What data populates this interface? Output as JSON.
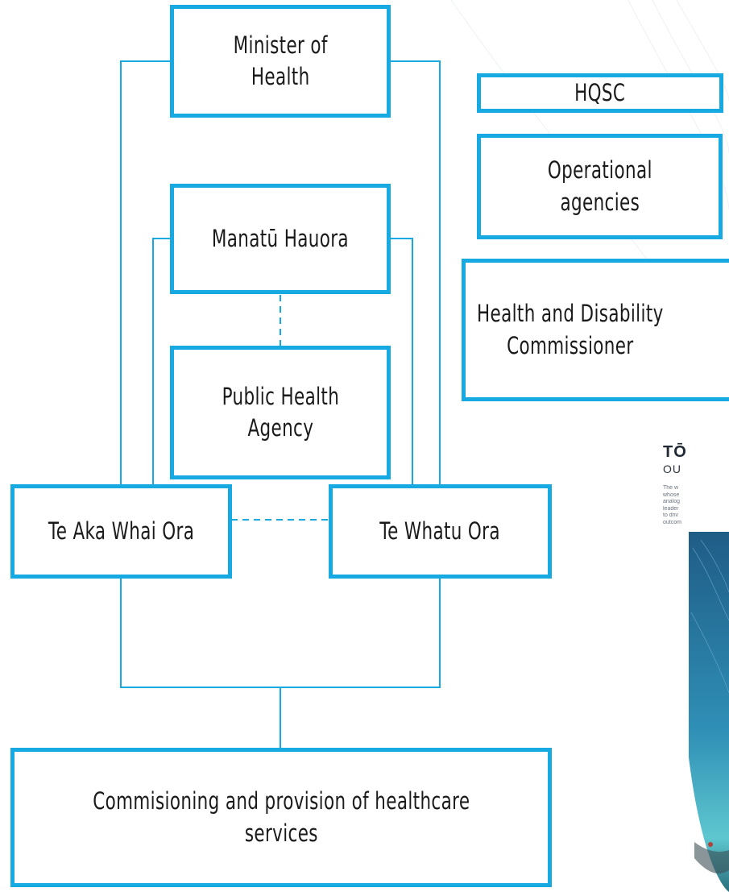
{
  "diagram": {
    "nodes": {
      "minister": "Minister of\nHealth",
      "hqsc": "HQSC",
      "operational": "Operational\nagencies",
      "manatu": "Manatū Hauora",
      "hdc": "Health and Disability\nCommissioner",
      "pha": "Public Health\nAgency",
      "te_aka": "Te Aka Whai Ora",
      "te_whatu": "Te Whatu Ora",
      "commissioning": "Commisioning and provision of healthcare\nservices"
    },
    "edges": [
      {
        "from": "minister",
        "to": "te_aka",
        "style": "solid"
      },
      {
        "from": "minister",
        "to": "te_whatu",
        "style": "solid"
      },
      {
        "from": "manatu",
        "to": "te_aka",
        "style": "solid"
      },
      {
        "from": "manatu",
        "to": "te_whatu",
        "style": "solid"
      },
      {
        "from": "manatu",
        "to": "pha",
        "style": "dashed"
      },
      {
        "from": "te_aka",
        "to": "te_whatu",
        "style": "dashed"
      },
      {
        "from": "te_aka",
        "to": "commissioning",
        "style": "solid"
      },
      {
        "from": "te_whatu",
        "to": "commissioning",
        "style": "solid"
      }
    ],
    "colors": {
      "accent": "#16a9e2",
      "text": "#1a1a1a",
      "background": "#ffffff"
    }
  },
  "brochure": {
    "title": "TŌ",
    "subtitle": "OU",
    "body_lines": [
      "The w",
      "whose",
      "analog",
      "leader",
      "to driv",
      "outcom"
    ]
  }
}
